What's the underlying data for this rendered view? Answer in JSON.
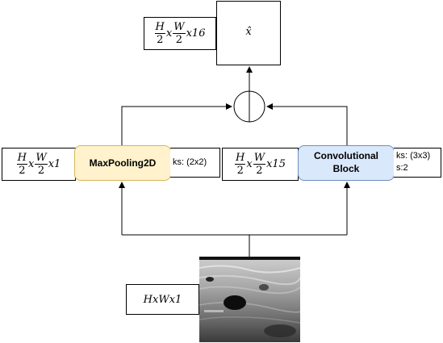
{
  "output": {
    "label": "x̂",
    "dims": {
      "h_num": "H",
      "h_den": "2",
      "w_num": "W",
      "w_den": "2",
      "channels": "x16"
    }
  },
  "maxpool": {
    "label": "MaxPooling2D",
    "params": "ks: (2x2)",
    "dims": {
      "h_num": "H",
      "h_den": "2",
      "w_num": "W",
      "w_den": "2",
      "channels": "x1"
    }
  },
  "conv": {
    "label_line1": "Convolutional",
    "label_line2": "Block",
    "params_line1": "ks: (3x3)",
    "params_line2": "s:2",
    "dims": {
      "h_num": "H",
      "h_den": "2",
      "w_num": "W",
      "w_den": "2",
      "channels": "x15"
    }
  },
  "input": {
    "label": "HxWx1"
  },
  "colors": {
    "maxpool_fill": "#fff2cc",
    "maxpool_border": "#d6b656",
    "conv_fill": "#dae8fc",
    "conv_border": "#6c8ebf"
  }
}
